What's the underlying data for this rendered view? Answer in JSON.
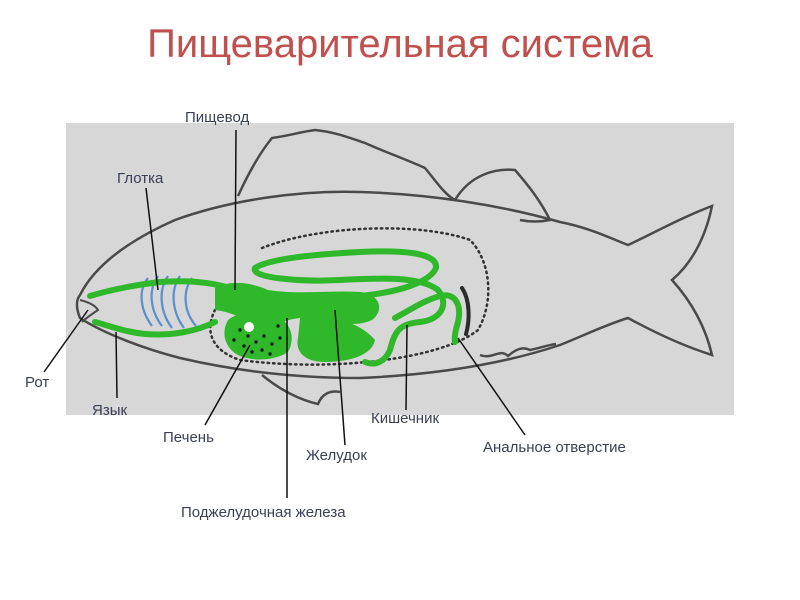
{
  "title": "Пищеварительная система",
  "colors": {
    "title": "#c0504d",
    "panel": "#d7d7d7",
    "organs": "#2fb82a",
    "outline": "#4a4a4a"
  },
  "labels": {
    "esophagus": "Пищевод",
    "pharynx": "Глотка",
    "mouth": "Рот",
    "tongue": "Язык",
    "liver": "Печень",
    "stomach": "Желудок",
    "intestine": "Кишечник",
    "anus": "Анальное отверстие",
    "pancreas": "Поджелудочная железа"
  }
}
